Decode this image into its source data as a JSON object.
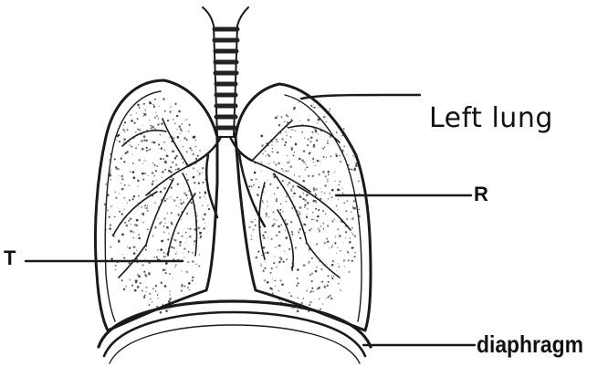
{
  "labels": {
    "left_lung": "Left lung",
    "r": "R",
    "t": "T",
    "diaphragm": "diaphragm"
  },
  "colors": {
    "ink": "#1a1a1a",
    "stipple": "#2b2b2b",
    "background": "#ffffff"
  }
}
